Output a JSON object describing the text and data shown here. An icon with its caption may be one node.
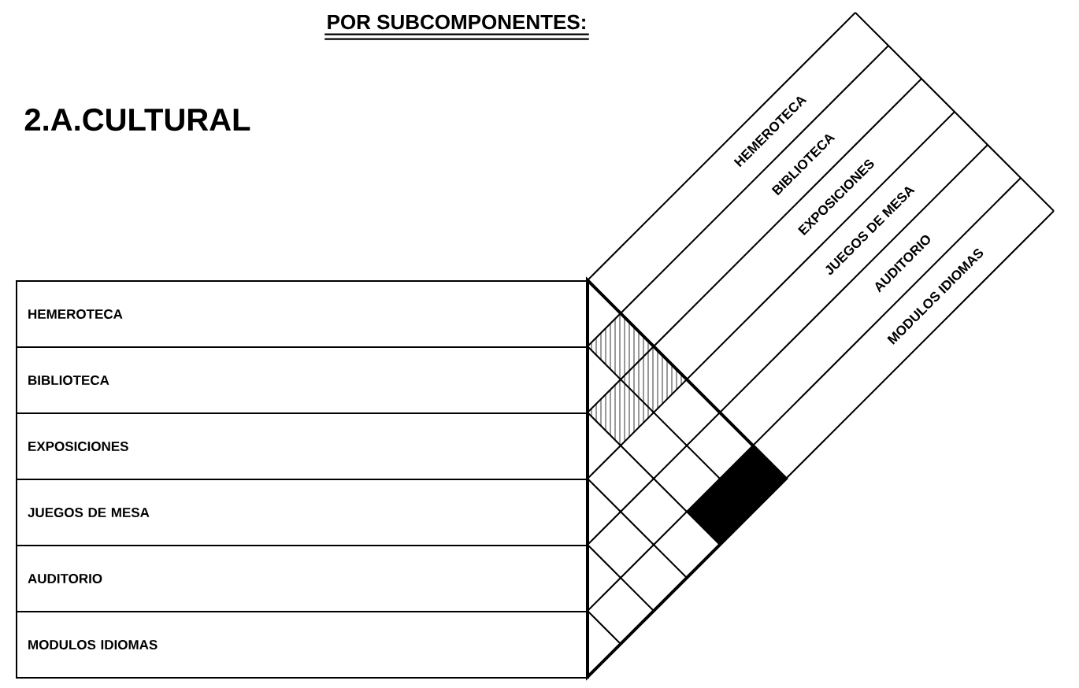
{
  "diagram": {
    "title": "POR SUBCOMPONENTES:",
    "nodes": [
      {
        "text": [
          "HEMEROTECA"
        ]
      },
      {
        "text": [
          "BIBLIOTECA"
        ]
      },
      {
        "text": [
          "EXPOSICIONES"
        ]
      },
      {
        "text": [
          "JUEGOS DE MESA"
        ]
      },
      {
        "text": [
          "AUDITORIO"
        ]
      },
      {
        "text": [
          "MODULOS IDIOMAS"
        ]
      },
      {
        "text": [
          "HEMEROTECA"
        ]
      },
      {
        "text": [
          "BIBLIOTECA"
        ]
      },
      {
        "text": [
          "EXPOSICIONES"
        ]
      },
      {
        "text": [
          "JUEGOS DE MESA"
        ]
      },
      {
        "text": [
          "AUDITORIO"
        ]
      },
      {
        "text": [
          "MODULOS IDIOMAS"
        ]
      }
    ],
    "labels": [
      "2.A.CULTURAL"
    ]
  }
}
